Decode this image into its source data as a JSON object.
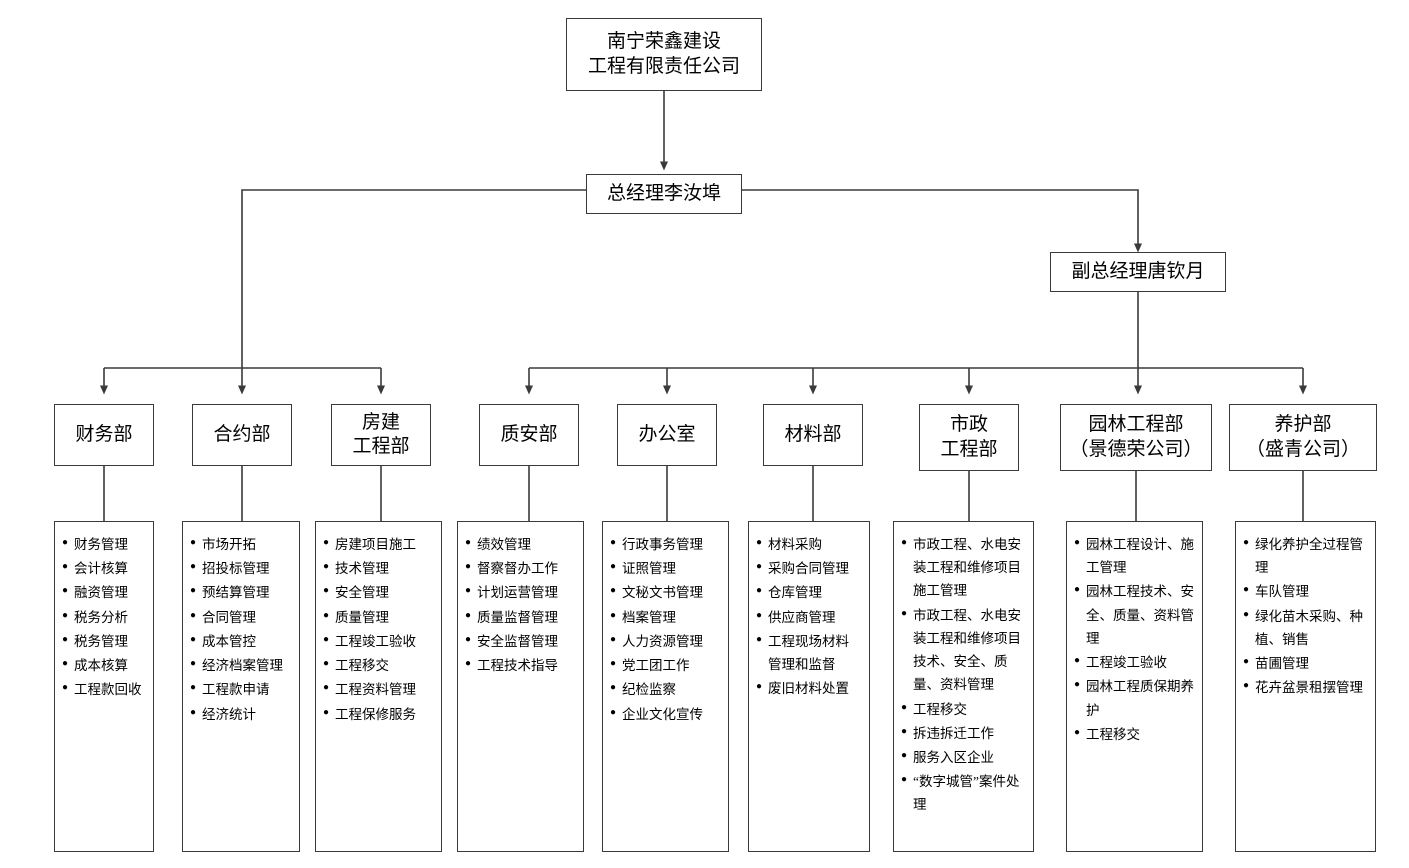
{
  "diagram": {
    "title_root": "南宁荣鑫建设工程有限责任公司",
    "colors": {
      "line": "#3a3a3a",
      "box_border": "#3a3a3a",
      "background": "#ffffff",
      "text": "#000000"
    },
    "bullet_glyph": "●"
  },
  "root": {
    "line1": "南宁荣鑫建设",
    "line2": "工程有限责任公司"
  },
  "general_manager": {
    "label": "总经理李汝埠"
  },
  "deputy_manager": {
    "label": "副总经理唐钦月"
  },
  "departments": [
    {
      "id": "finance",
      "title_lines": [
        "财务部"
      ],
      "reports_to": "general_manager",
      "duties": [
        "财务管理",
        "会计核算",
        "融资管理",
        "税务分析",
        "税务管理",
        "成本核算",
        "工程款回收"
      ]
    },
    {
      "id": "contract",
      "title_lines": [
        "合约部"
      ],
      "reports_to": "general_manager",
      "duties": [
        "市场开拓",
        "招投标管理",
        "预结算管理",
        "合同管理",
        "成本管控",
        "经济档案管理",
        "工程款申请",
        "经济统计"
      ]
    },
    {
      "id": "building-engineering",
      "title_lines": [
        "房建",
        "工程部"
      ],
      "reports_to": "general_manager",
      "duties": [
        "房建项目施工",
        "技术管理",
        "安全管理",
        "质量管理",
        "工程竣工验收",
        "工程移交",
        "工程资料管理",
        "工程保修服务"
      ]
    },
    {
      "id": "quality-safety",
      "title_lines": [
        "质安部"
      ],
      "reports_to": "deputy_manager",
      "duties": [
        "绩效管理",
        "督察督办工作",
        "计划运营管理",
        "质量监督管理",
        "安全监督管理",
        "工程技术指导"
      ]
    },
    {
      "id": "office",
      "title_lines": [
        "办公室"
      ],
      "reports_to": "deputy_manager",
      "duties": [
        "行政事务管理",
        "证照管理",
        "文秘文书管理",
        "档案管理",
        "人力资源管理",
        "党工团工作",
        "纪检监察",
        "企业文化宣传"
      ]
    },
    {
      "id": "materials",
      "title_lines": [
        "材料部"
      ],
      "reports_to": "deputy_manager",
      "duties": [
        "材料采购",
        "采购合同管理",
        "仓库管理",
        "供应商管理",
        "工程现场材料管理和监督",
        "废旧材料处置"
      ]
    },
    {
      "id": "municipal-engineering",
      "title_lines": [
        "市政",
        "工程部"
      ],
      "reports_to": "deputy_manager",
      "duties": [
        "市政工程、水电安装工程和维修项目施工管理",
        "市政工程、水电安装工程和维修项目技术、安全、质量、资料管理",
        "工程移交",
        "拆违拆迁工作",
        "服务入区企业",
        "“数字城管”案件处理"
      ]
    },
    {
      "id": "landscape-engineering",
      "title_lines": [
        "园林工程部",
        "（景德荣公司）"
      ],
      "reports_to": "deputy_manager",
      "duties": [
        "园林工程设计、施工管理",
        "园林工程技术、安全、质量、资料管理",
        "工程竣工验收",
        "园林工程质保期养护",
        "工程移交"
      ]
    },
    {
      "id": "maintenance",
      "title_lines": [
        "养护部",
        "（盛青公司）"
      ],
      "reports_to": "deputy_manager",
      "duties": [
        "绿化养护全过程管理",
        "车队管理",
        "绿化苗木采购、种植、销售",
        "苗圃管理",
        "花卉盆景租摆管理"
      ]
    }
  ]
}
